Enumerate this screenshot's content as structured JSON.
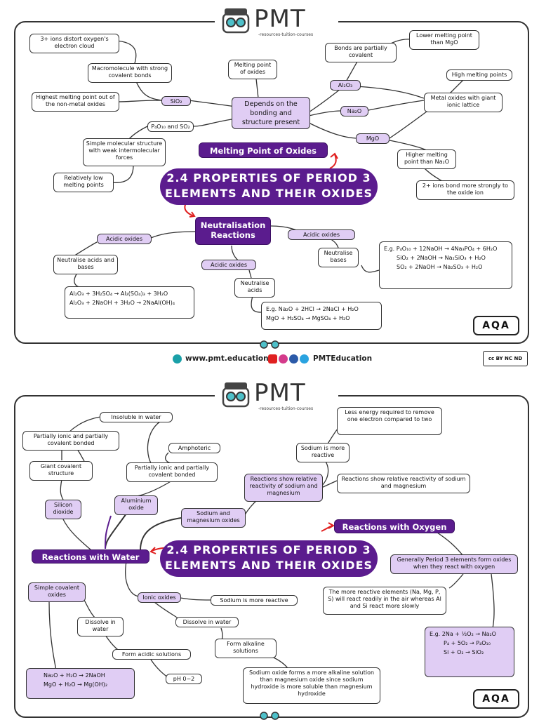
{
  "brand": {
    "name": "PMT",
    "tagline": "-resources-tuition-courses"
  },
  "footer": {
    "website": "www.pmt.education",
    "social": "PMTEducation",
    "license": "cc BY NC ND"
  },
  "exam_board": "AQA",
  "map1": {
    "title_line1": "2.4 PROPERTIES OF PERIOD 3",
    "title_line2": "ELEMENTS AND THEIR OXIDES",
    "melting_heading": "Melting Point of Oxides",
    "depends": "Depends on the bonding and structure present",
    "melting_point_of_oxides": "Melting point of oxides",
    "sio2": "SiO₂",
    "sio2_macro": "Macromolecule with strong covalent bonds",
    "sio2_distort": "3+ ions distort oxygen's electron cloud",
    "sio2_highest": "Highest melting point out of the non-metal oxides",
    "p4o10_so2": "P₄O₁₀ and SO₂",
    "simple_molecular": "Simple molecular structure with weak intermolecular forces",
    "rel_low": "Relatively low melting points",
    "al2o3": "Al₂O₃",
    "partially_covalent": "Bonds are partially covalent",
    "lower_mp": "Lower melting point than MgO",
    "high_mp": "High melting points",
    "giant_ionic": "Metal oxides with giant ionic lattice",
    "na2o": "Na₂O",
    "mgo": "MgO",
    "higher_mp": "Higher melting point than Na₂O",
    "ion_2plus": "2+ ions bond more strongly to the oxide ion",
    "neutralisation_heading": "Neutralisation Reactions",
    "acidic_left": "Acidic oxides",
    "neutralise_acids_bases": "Neutralise acids and bases",
    "amph_eq1": "Al₂O₃ + 3H₂SO₄ → Al₂(SO₄)₃ + 3H₂O",
    "amph_eq2": "Al₂O₃ + 2NaOH + 3H₂O → 2NaAl(OH)₄",
    "acidic_mid": "Acidic oxides",
    "neutralise_acids": "Neutralise acids",
    "basic_eq1": "E.g. Na₂O + 2HCl → 2NaCl + H₂O",
    "basic_eq2": "MgO + H₂SO₄ → MgSO₄ + H₂O",
    "acidic_right": "Acidic oxides",
    "neutralise_bases": "Neutralise bases",
    "acid_eq1": "E.g. P₄O₁₀ + 12NaOH → 4Na₃PO₄ + 6H₂O",
    "acid_eq2": "SiO₂ + 2NaOH → Na₂SiO₃ + H₂O",
    "acid_eq3": "SO₂ + 2NaOH → Na₂SO₃ + H₂O"
  },
  "map2": {
    "title_line1": "2.4 PROPERTIES OF PERIOD 3",
    "title_line2": "ELEMENTS AND THEIR OXIDES",
    "water_heading": "Reactions with Water",
    "oxygen_heading": "Reactions with Oxygen",
    "insoluble": "Insoluble in water",
    "partially_ionic_left": "Partially ionic and partially covalent bonded",
    "giant_covalent": "Giant covalent structure",
    "silicon_dioxide": "Silicon dioxide",
    "amphoteric": "Amphoteric",
    "partially_ionic_right": "Partially ionic and partially covalent bonded",
    "aluminium_oxide": "Aluminium oxide",
    "less_energy": "Less energy required to remove one electron compared to two",
    "sodium_more_reactive_top": "Sodium is more reactive",
    "reactions_show_left": "Reactions show relative reactivity of sodium and magnesium",
    "reactions_show_right": "Reactions show relative reactivity of sodium and magnesium",
    "sodium_magnesium_oxides": "Sodium and magnesium oxides",
    "simple_covalent": "Simple covalent oxides",
    "dissolve_in_water_left": "Dissolve in water",
    "form_acidic": "Form acidic solutions",
    "ph": "pH 0−2",
    "water_eq1": "Na₂O + H₂O → 2NaOH",
    "water_eq2": "MgO + H₂O → Mg(OH)₂",
    "ionic_oxides": "Ionic oxides",
    "sodium_more_reactive": "Sodium is more reactive",
    "dissolve_in_water_right": "Dissolve in water",
    "form_alkaline": "Form alkaline solutions",
    "sodium_oxide_alkaline": "Sodium oxide forms a more alkaline solution than magnesium oxide since sodium hydroxide is more soluble than magnesium hydroxide",
    "generally": "Generally Period 3 elements form oxides when they react with oxygen",
    "more_reactive_elements": "The more reactive elements (Na, Mg, P, S) will react readily in the air whereas Al and Si react more slowly",
    "oxy_eq1": "E.g. 2Na + ½O₂ → Na₂O",
    "oxy_eq2": "P₄ + 5O₂ → P₄O₁₀",
    "oxy_eq3": "Si + O₂ → SiO₂"
  },
  "colors": {
    "dark_purple": "#5b1c8e",
    "light_purple": "#e0cdf4",
    "arrow_red": "#e02020"
  }
}
